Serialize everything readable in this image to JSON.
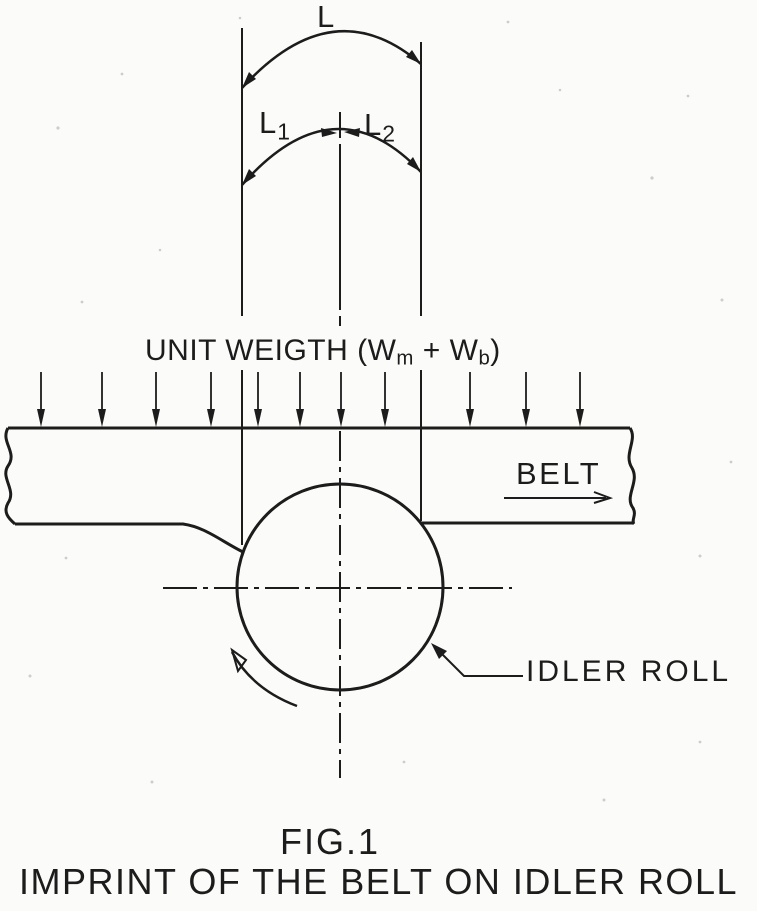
{
  "figure": {
    "fig_label": "FIG.1",
    "caption": "IMPRINT OF THE BELT ON IDLER ROLL"
  },
  "labels": {
    "span_total": {
      "base": "L"
    },
    "span_left": {
      "base": "L",
      "sub": "1"
    },
    "span_right": {
      "base": "L",
      "sub": "2"
    },
    "unit_weight": {
      "prefix": "UNIT WEIGTH (W",
      "sub_m": "m",
      "mid": " + W",
      "sub_b": "b",
      "suffix": ")"
    },
    "belt": "BELT",
    "idler_roll": "IDLER ROLL"
  },
  "annotations": {
    "load_arrow_count": 11,
    "belt_direction": "right",
    "roll_rotation": "clockwise"
  },
  "icons": {
    "load_arrows": "down-arrow",
    "belt_direction_arrow": "right-arrow",
    "idler_leader_arrow": "up-left-arrow",
    "rotation_arrow": "curved-rotation-arrow"
  },
  "colors": {
    "ink": "#1c1c1c",
    "paper": "#fbfbf9"
  }
}
